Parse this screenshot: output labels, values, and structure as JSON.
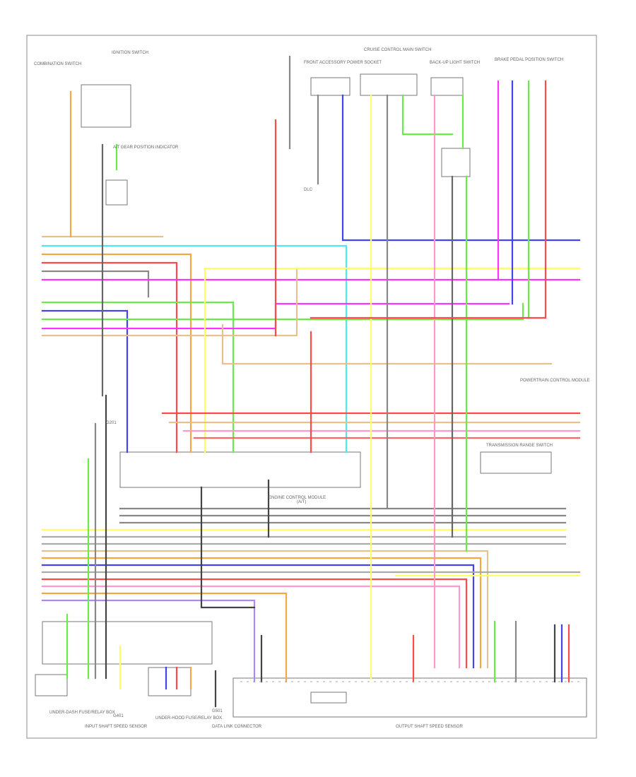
{
  "diagram": {
    "labels": [
      "COMBINATION SWITCH",
      "IGNITION SWITCH",
      "FRONT ACCESSORY POWER SOCKET",
      "CRUISE CONTROL MAIN SWITCH",
      "BACK-UP LIGHT SWITCH",
      "BRAKE PEDAL POSITION SWITCH",
      "ENGINE CONTROL MODULE",
      "POWERTRAIN CONTROL MODULE",
      "DATA LINK CONNECTOR",
      "TRANSMISSION RANGE SWITCH",
      "OUTPUT SHAFT SPEED SENSOR",
      "INPUT SHAFT SPEED SENSOR",
      "A/T GEAR POSITION INDICATOR",
      "DLC",
      "UNDER-DASH FUSE/RELAY BOX",
      "UNDER-HOOD FUSE/RELAY BOX",
      "G401",
      "G501",
      "G201",
      "(A/T)"
    ],
    "wire_colors": {
      "orange": "#f5a742",
      "cyan": "#4de8f0",
      "pink": "#ff3dd4",
      "magenta": "#ff33ff",
      "red": "#ff4a4a",
      "yellow": "#ffff66",
      "green": "#66ee44",
      "blue": "#4444ee",
      "purple": "#8844cc",
      "gray": "#888888",
      "dark": "#333333",
      "tan": "#e8c090",
      "black": "#222222"
    }
  }
}
